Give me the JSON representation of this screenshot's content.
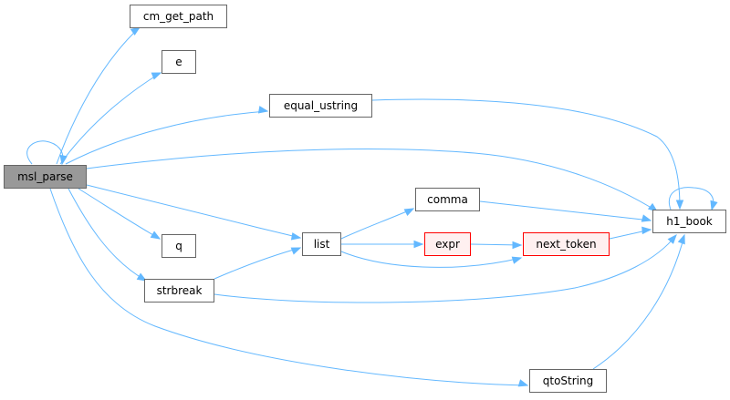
{
  "nodes": {
    "msl_parse": "msl_parse",
    "cm_get_path": "cm_get_path",
    "e": "e",
    "equal_ustring": "equal_ustring",
    "comma": "comma",
    "list": "list",
    "expr": "expr",
    "next_token": "next_token",
    "h1_book": "h1_book",
    "q": "q",
    "strbreak": "strbreak",
    "qtoString": "qtoString"
  },
  "colors": {
    "edge": "#63b8ff",
    "node_border": "#666666",
    "root_fill": "#999999",
    "highlight_border": "#ff0000",
    "highlight_fill": "#fff0f0"
  }
}
